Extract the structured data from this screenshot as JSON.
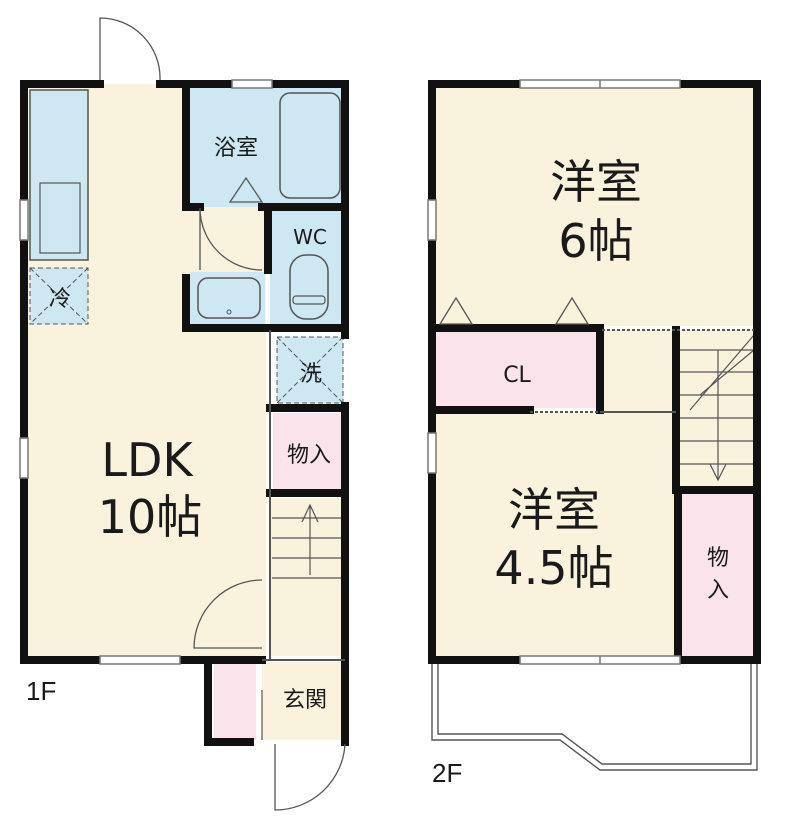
{
  "colors": {
    "wall": "#111111",
    "floor_wood": "#f9f2dd",
    "floor_wet": "#cde8f3",
    "storage": "#fbe3ec",
    "line": "#555555",
    "window": "#777777"
  },
  "floor1": {
    "label": "1F",
    "rooms": {
      "ldk_name": "LDK",
      "ldk_size": "10帖",
      "bath": "浴室",
      "wc": "WC",
      "fridge": "冷",
      "washer": "洗",
      "storage": "物入",
      "entrance": "玄関"
    }
  },
  "floor2": {
    "label": "2F",
    "rooms": {
      "western_a_name": "洋室",
      "western_a_size": "6帖",
      "closet": "CL",
      "western_b_name": "洋室",
      "western_b_size": "4.5帖",
      "storage_line1": "物",
      "storage_line2": "入"
    }
  },
  "icons": [
    "door-swing-icon",
    "bathtub-icon",
    "toilet-icon",
    "washbasin-icon",
    "stairs-up-arrow-icon",
    "stairs-down-arrow-icon"
  ]
}
